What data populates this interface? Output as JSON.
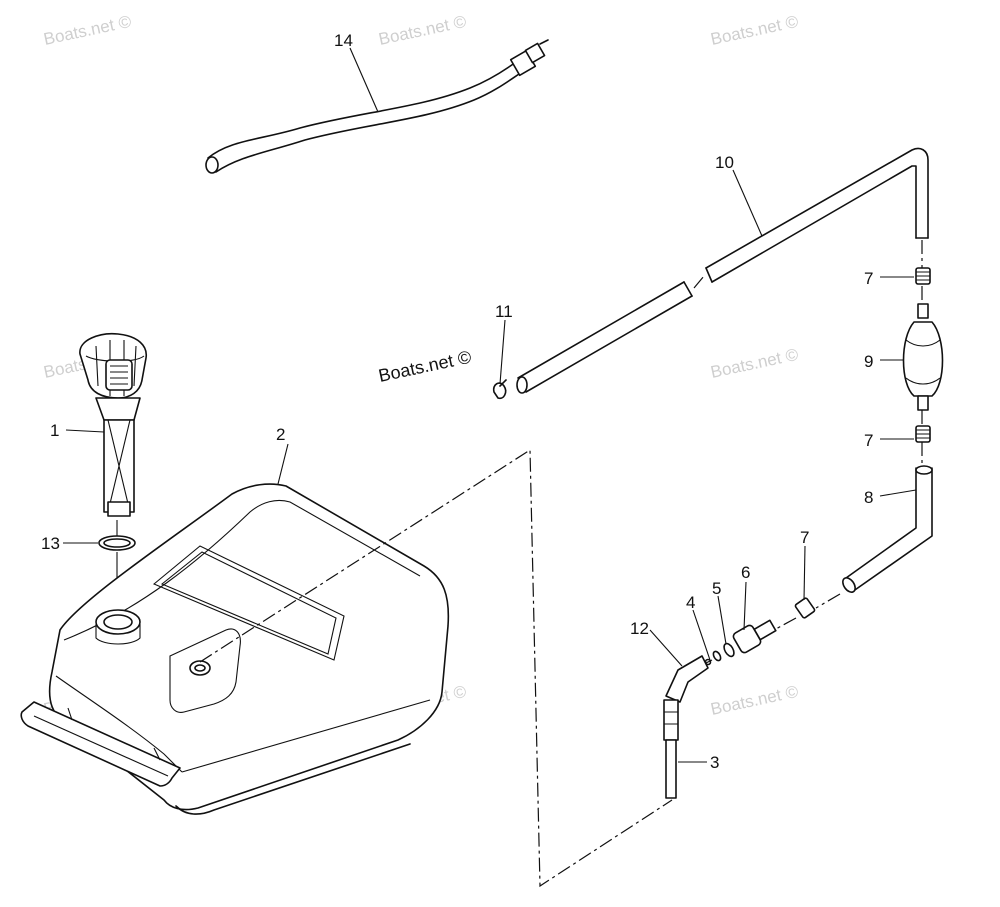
{
  "watermark": "Boats.net ©",
  "brand_label": "Boats.net ©",
  "callouts": [
    "1",
    "2",
    "3",
    "4",
    "5",
    "6",
    "7",
    "7",
    "7",
    "8",
    "9",
    "10",
    "11",
    "12",
    "13",
    "14"
  ]
}
